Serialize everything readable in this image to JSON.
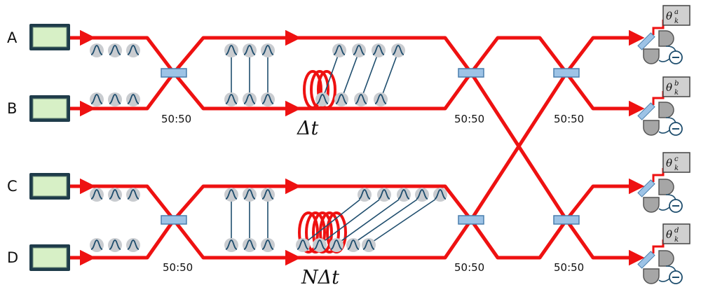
{
  "inputs": [
    {
      "label": "A"
    },
    {
      "label": "B"
    },
    {
      "label": "C"
    },
    {
      "label": "D"
    }
  ],
  "beam_splitters": [
    {
      "label": "50:50"
    },
    {
      "label": "50:50"
    },
    {
      "label": "50:50"
    },
    {
      "label": "50:50"
    },
    {
      "label": "50:50"
    },
    {
      "label": "50:50"
    }
  ],
  "delays": {
    "upper": "Δt",
    "lower": "NΔt"
  },
  "detectors": [
    {
      "theta": "θ",
      "sub": "k",
      "sup": "a"
    },
    {
      "theta": "θ",
      "sub": "k",
      "sup": "b"
    },
    {
      "theta": "θ",
      "sub": "k",
      "sup": "c"
    },
    {
      "theta": "θ",
      "sub": "k",
      "sup": "d"
    }
  ],
  "colors": {
    "beam": "#ee1111",
    "splitter": "#9dc3e6",
    "source_fill": "#d7f0c6",
    "source_frame": "#1f3c4a",
    "pulse_bg": "#c9ccd0",
    "pulse_line": "#1f4e6e",
    "detector": "#a6a6a6"
  }
}
